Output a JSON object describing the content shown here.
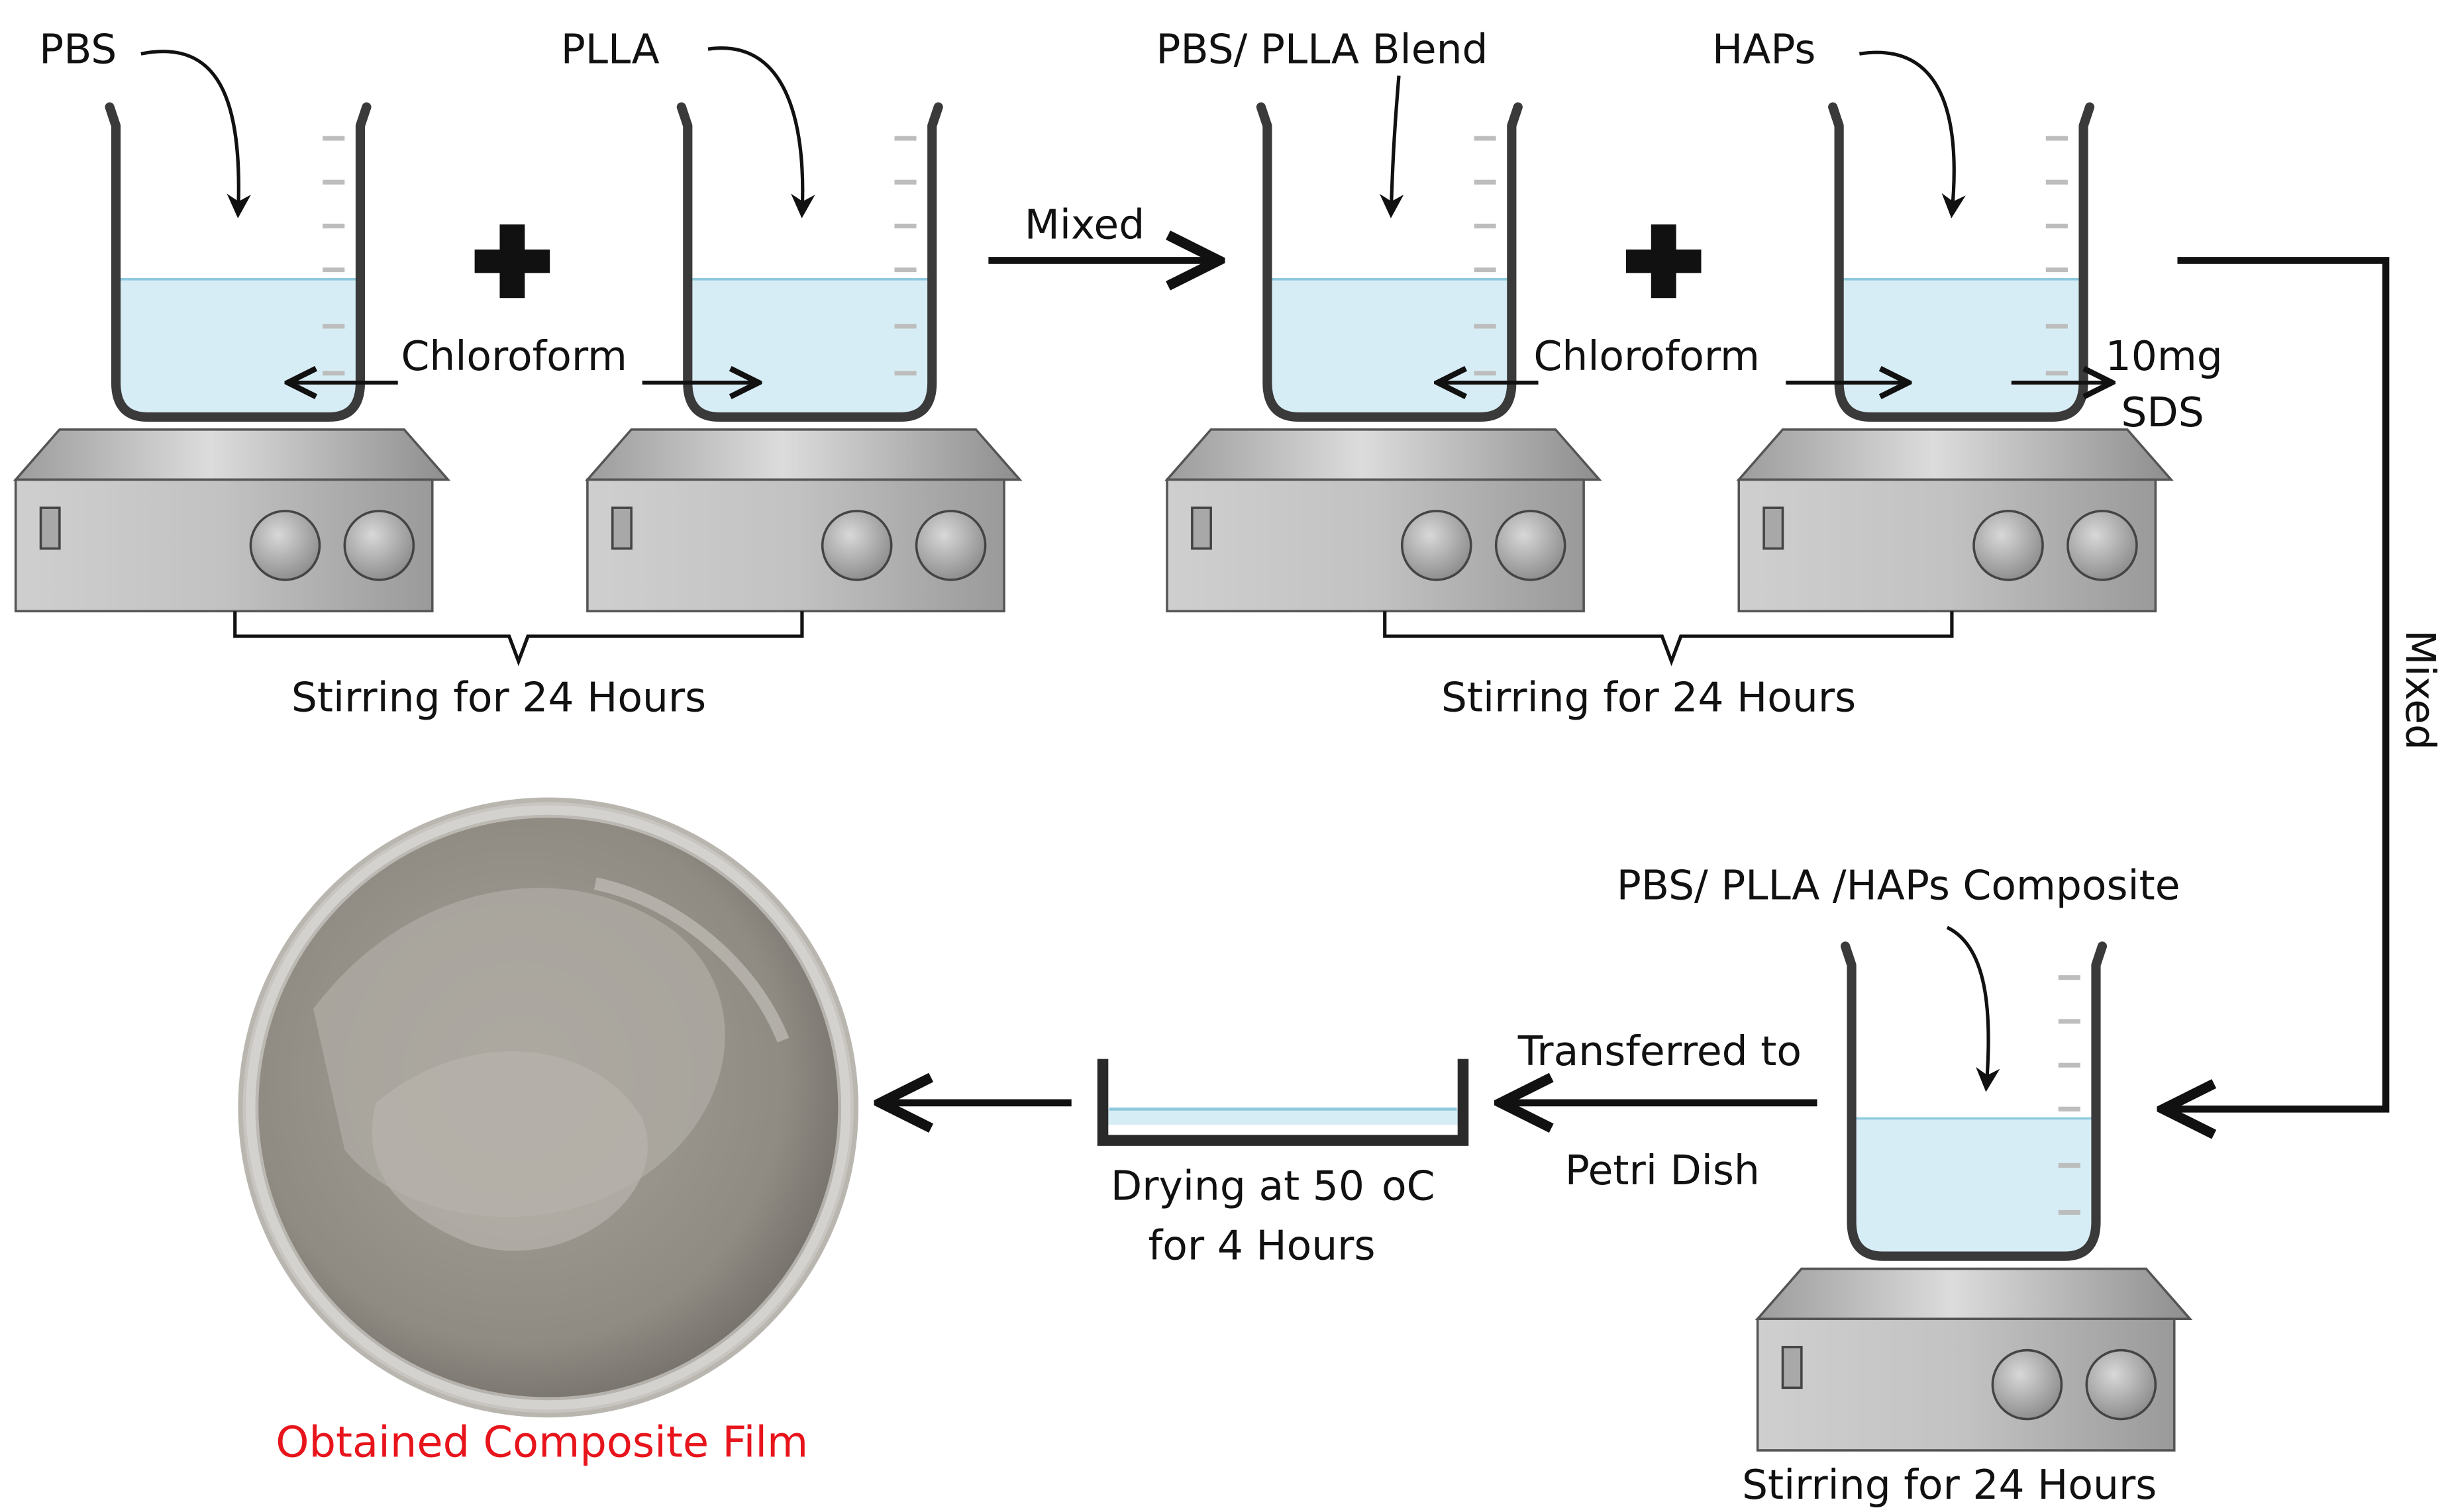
{
  "labels": {
    "pbs": "PBS",
    "plla": "PLLA",
    "blend": "PBS/ PLLA Blend",
    "haps": "HAPs",
    "chloroform_1": "Chloroform",
    "chloroform_2": "Chloroform",
    "mixed_1": "Mixed",
    "mixed_2": "Mixed",
    "sds_amount": "10mg",
    "sds": "SDS",
    "stirring_1": "Stirring for 24 Hours",
    "stirring_2": "Stirring for 24 Hours",
    "stirring_3": "Stirring for 24 Hours",
    "composite": "PBS/ PLLA /HAPs Composite",
    "transfer_line1": "Transferred to",
    "transfer_line2": "Petri Dish",
    "drying_line1": "Drying at 50",
    "drying_unit": "oC",
    "drying_line2": "for 4 Hours",
    "result": "Obtained Composite Film"
  },
  "colors": {
    "liquid": "#d7edf5",
    "liquid_line": "#8ec9de",
    "beaker_stroke": "#3a3a3a",
    "stirrer_top": "#d4d4d4",
    "stirrer_body": "#bdbdbd",
    "arrow": "#111111",
    "result_text": "#e8141c",
    "film": "#9a958d"
  }
}
